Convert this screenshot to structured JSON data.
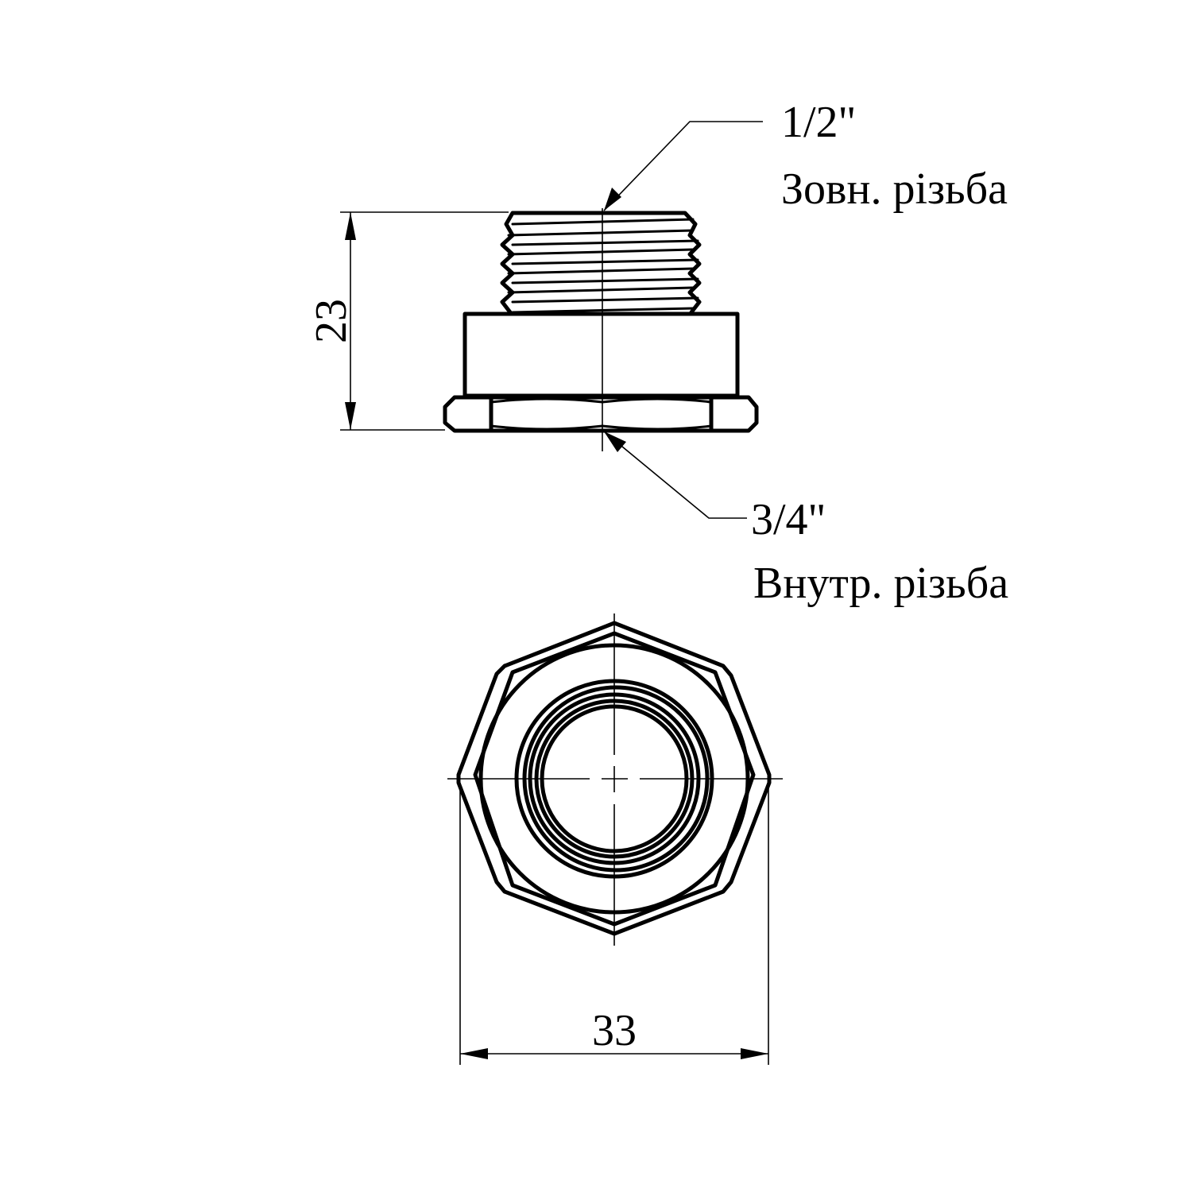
{
  "drawing": {
    "top_callout": {
      "size": "1/2\"",
      "description": "Зовн. різьба"
    },
    "bottom_callout": {
      "size": "3/4\"",
      "description": "Внутр. різьба"
    },
    "dimensions": {
      "height": "23",
      "width": "33"
    }
  }
}
